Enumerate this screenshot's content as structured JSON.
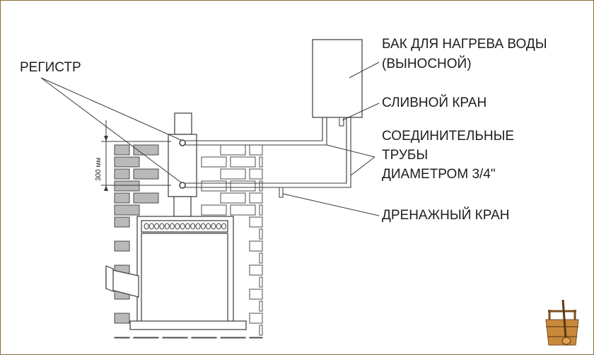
{
  "labels": {
    "register": "РЕГИСТР",
    "tank_line1": "БАК ДЛЯ НАГРЕВА ВОДЫ",
    "tank_line2": "(ВЫНОСНОЙ)",
    "drain_valve_top": "СЛИВНОЙ КРАН",
    "pipes_line1": "СОЕДИНИТЕЛЬНЫЕ",
    "pipes_line2": "ТРУБЫ",
    "pipes_line3": "ДИАМЕТРОМ 3/4\"",
    "drain_valve_bottom": "ДРЕНАЖНЫЙ КРАН"
  },
  "dimension": "300 мм",
  "colors": {
    "line": "#3a3a3a",
    "brick_fill": "#ffffff",
    "shadow_brick": "#b9b9b9",
    "frame": "#8a6a3c",
    "logo": "#c88a3a"
  },
  "logo": {
    "icon": "sauna-bucket-ladle-icon"
  }
}
